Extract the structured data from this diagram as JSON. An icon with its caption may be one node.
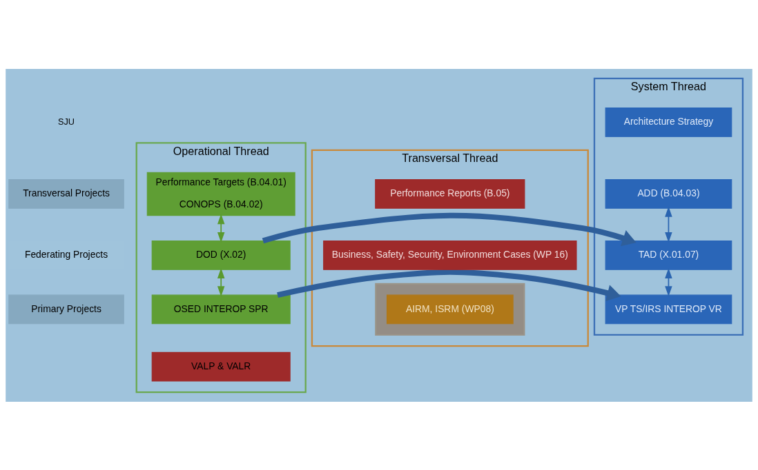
{
  "diagram": {
    "nodes": [
      {
        "text": [
          "Operational Thread"
        ]
      },
      {
        "text": [
          "Transversal Thread"
        ]
      },
      {
        "text": [
          "System Thread"
        ]
      },
      {
        "text": [
          "Transversal Projects"
        ]
      },
      {
        "text": [
          "Federating Projects"
        ]
      },
      {
        "text": [
          "Primary Projects"
        ]
      },
      {
        "text": [
          "Performance Targets (B.04.01)",
          "CONOPS (B.04.02)"
        ],
        "in": 0
      },
      {
        "text": [
          "DOD (X.02)"
        ],
        "in": 0
      },
      {
        "text": [
          "OSED INTEROP SPR"
        ],
        "in": 0
      },
      {
        "text": [
          "VALP & VALR"
        ],
        "in": 0
      },
      {
        "text": [
          "Performance Reports (B.05)"
        ],
        "in": 1
      },
      {
        "text": [
          "Business, Safety, Security, Environment Cases (WP 16)"
        ],
        "in": 1
      },
      {
        "text": [],
        "shape": "box",
        "in": 1
      },
      {
        "text": [
          "AIRM, ISRM (WP08)"
        ],
        "in": 12
      },
      {
        "text": [
          "Architecture Strategy"
        ],
        "in": 2
      },
      {
        "text": [
          "ADD (B.04.03)"
        ],
        "in": 2
      },
      {
        "text": [
          "TAD (X.01.07)"
        ],
        "in": 2
      },
      {
        "text": [
          "VP TS/IRS INTEROP VR"
        ],
        "in": 2
      }
    ],
    "edges": [
      {
        "from": 6,
        "to": 7,
        "arrow": "both",
        "color": "#5a9a2e"
      },
      {
        "from": 7,
        "to": 8,
        "arrow": "both",
        "color": "#5a9a2e"
      },
      {
        "from": 15,
        "to": 16,
        "arrow": "both",
        "color": "#2a64b0"
      },
      {
        "from": 16,
        "to": 17,
        "arrow": "both",
        "color": "#2a64b0"
      },
      {
        "from": 7,
        "to": 16,
        "arrow": "to",
        "style": "thick",
        "color": "#2f5f9a"
      },
      {
        "from": 8,
        "to": 17,
        "arrow": "to",
        "style": "thick",
        "color": "#2f5f9a"
      }
    ],
    "labels": [
      "SJU"
    ]
  }
}
